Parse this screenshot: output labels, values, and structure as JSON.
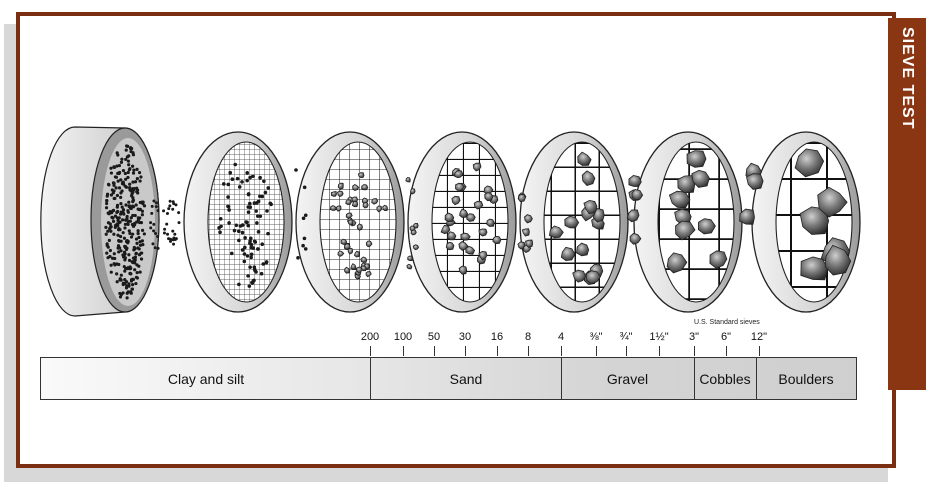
{
  "tab": {
    "label": "SIEVE TEST"
  },
  "sieve_note": "U.S. Standard sieves",
  "ticks": [
    "200",
    "100",
    "50",
    "30",
    "16",
    "8",
    "4",
    "⅜\"",
    "¾\"",
    "1½\"",
    "3\"",
    "6\"",
    "12\""
  ],
  "categories": [
    "Clay and silt",
    "Sand",
    "Gravel",
    "Cobbles",
    "Boulders"
  ],
  "colors": {
    "frame": "#7a2e12",
    "tab": "#8a3612",
    "shadow": "#d8d8d8"
  }
}
